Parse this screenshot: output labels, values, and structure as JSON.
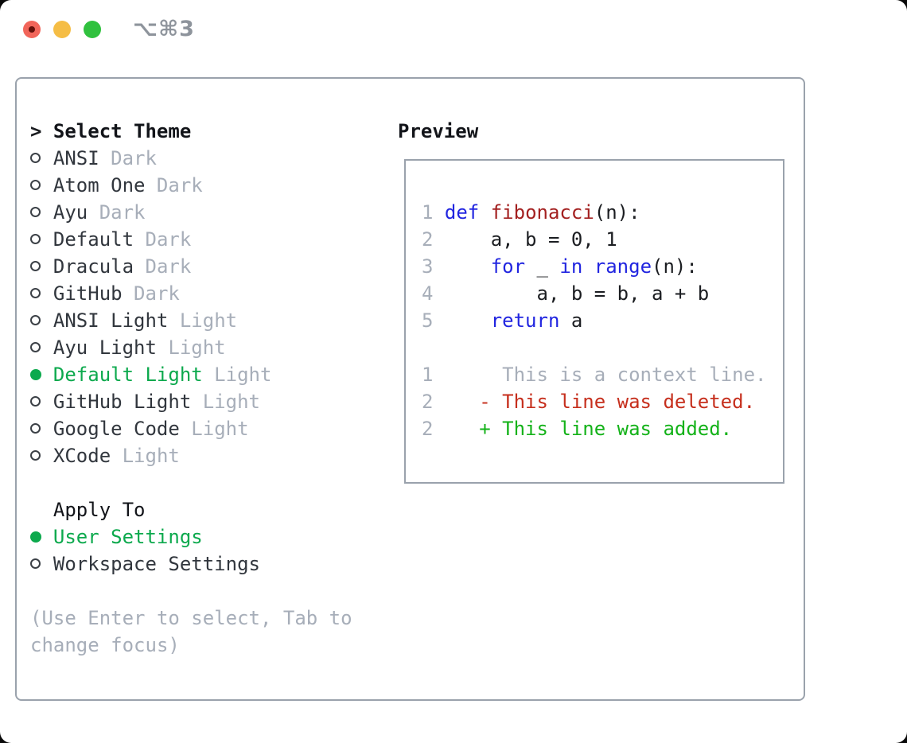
{
  "window": {
    "title": "⌥⌘3"
  },
  "theme_selector": {
    "header_prefix": ">",
    "header": "Select Theme",
    "items": [
      {
        "name": "ANSI",
        "variant": "Dark",
        "selected": false
      },
      {
        "name": "Atom One",
        "variant": "Dark",
        "selected": false
      },
      {
        "name": "Ayu",
        "variant": "Dark",
        "selected": false
      },
      {
        "name": "Default",
        "variant": "Dark",
        "selected": false
      },
      {
        "name": "Dracula",
        "variant": "Dark",
        "selected": false
      },
      {
        "name": "GitHub",
        "variant": "Dark",
        "selected": false
      },
      {
        "name": "ANSI Light",
        "variant": "Light",
        "selected": false
      },
      {
        "name": "Ayu Light",
        "variant": "Light",
        "selected": false
      },
      {
        "name": "Default Light",
        "variant": "Light",
        "selected": true
      },
      {
        "name": "GitHub Light",
        "variant": "Light",
        "selected": false
      },
      {
        "name": "Google Code",
        "variant": "Light",
        "selected": false
      },
      {
        "name": "XCode",
        "variant": "Light",
        "selected": false
      }
    ]
  },
  "apply_to": {
    "header": "Apply To",
    "options": [
      {
        "label": "User Settings",
        "selected": true
      },
      {
        "label": "Workspace Settings",
        "selected": false
      }
    ]
  },
  "help_lines": [
    "(Use Enter to select, Tab to",
    "change focus)"
  ],
  "preview": {
    "title": "Preview",
    "lines": [
      {
        "num": "1",
        "tokens": [
          {
            "t": " "
          },
          {
            "t": "def",
            "c": "kw"
          },
          {
            "t": " "
          },
          {
            "t": "fibonacci",
            "c": "fn"
          },
          {
            "t": "(n):"
          }
        ]
      },
      {
        "num": "2",
        "tokens": [
          {
            "t": "     a, b = 0, 1"
          }
        ]
      },
      {
        "num": "3",
        "tokens": [
          {
            "t": "     "
          },
          {
            "t": "for",
            "c": "kw"
          },
          {
            "t": " _ "
          },
          {
            "t": "in",
            "c": "kw"
          },
          {
            "t": " "
          },
          {
            "t": "range",
            "c": "kw"
          },
          {
            "t": "(n):"
          }
        ]
      },
      {
        "num": "4",
        "tokens": [
          {
            "t": "         a, b = b, a + b"
          }
        ]
      },
      {
        "num": "5",
        "tokens": [
          {
            "t": "     "
          },
          {
            "t": "return",
            "c": "kw"
          },
          {
            "t": " a"
          }
        ]
      },
      {
        "num": "",
        "tokens": []
      },
      {
        "num": "1",
        "tokens": [
          {
            "t": "      This is a context line.",
            "c": "ctx"
          }
        ]
      },
      {
        "num": "2",
        "tokens": [
          {
            "t": "    - This line was deleted.",
            "c": "del"
          }
        ]
      },
      {
        "num": "2",
        "tokens": [
          {
            "t": "    + This line was added.",
            "c": "add"
          }
        ]
      }
    ]
  },
  "colors": {
    "accent_green": "#0ca94d",
    "keyword_blue": "#2125e0",
    "function_red": "#a32020",
    "diff_red": "#c62f1d",
    "diff_green": "#14b219",
    "muted_gray": "#a7aeb9",
    "panel_border": "#9aa2ac",
    "traffic_red": "#f1655a",
    "traffic_yellow": "#f5bd45",
    "traffic_green": "#30c13e"
  }
}
